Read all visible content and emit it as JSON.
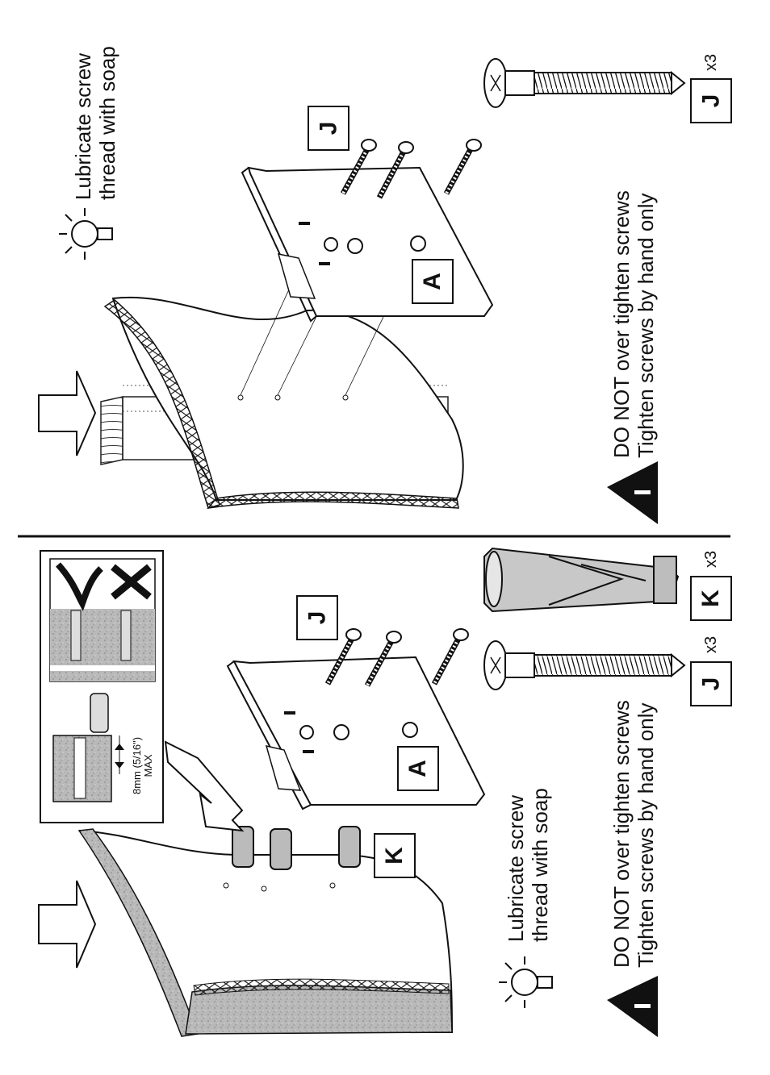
{
  "top_panel": {
    "tip_line1": "Lubricate screw",
    "tip_line2": "thread with soap",
    "warn_line1": "DO NOT over tighten screws",
    "warn_line2": "Tighten screws by hand only",
    "bracket_label": "A",
    "screw_label": "J",
    "parts": [
      {
        "label": "J",
        "qty": "x3"
      }
    ]
  },
  "bottom_panel": {
    "tip_line1": "Lubricate screw",
    "tip_line2": "thread with soap",
    "warn_line1": "DO NOT over tighten screws",
    "warn_line2": "Tighten screws by hand only",
    "bracket_label": "A",
    "screw_label": "J",
    "anchor_label": "K",
    "inset_dim_line1": "8mm (5/16\")",
    "inset_dim_line2": "MAX",
    "parts": [
      {
        "label": "J",
        "qty": "x3"
      },
      {
        "label": "K",
        "qty": "x3"
      }
    ]
  },
  "icons": [
    "lightbulb-icon",
    "warning-icon",
    "arrow-icon",
    "check-icon",
    "cross-icon"
  ]
}
